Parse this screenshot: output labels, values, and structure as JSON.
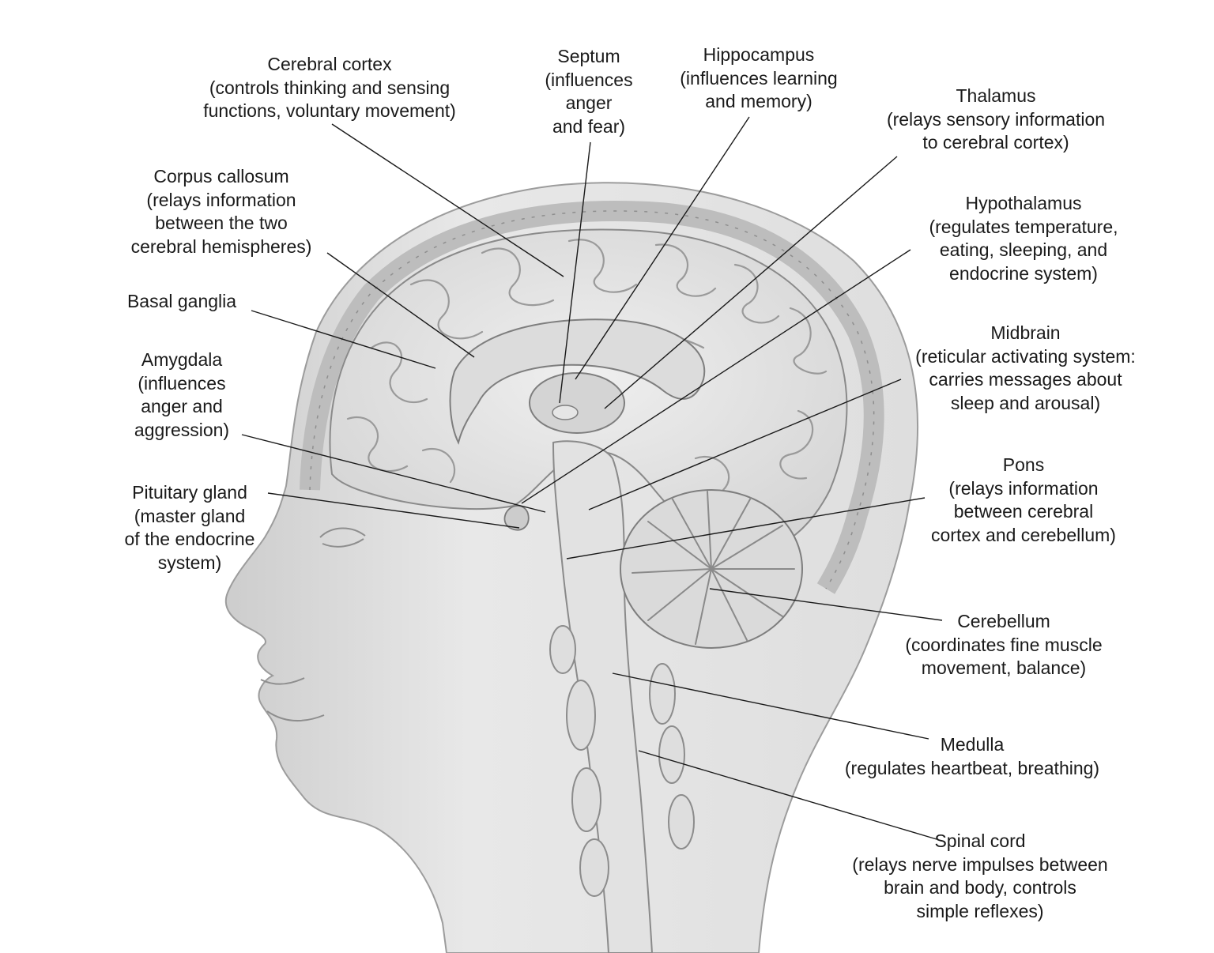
{
  "colors": {
    "background": "#ffffff",
    "skin": "#e9e9e9",
    "skin_shade": "#d2d2d2",
    "bone": "#cfcfcf",
    "brain": "#e4e4e4",
    "brain_fold": "#9a9a9a",
    "leader_line": "#1a1a1a"
  },
  "labels": [
    {
      "id": "cerebral-cortex",
      "name": "Cerebral cortex",
      "desc": [
        "(controls thinking and sensing",
        "functions, voluntary movement)"
      ]
    },
    {
      "id": "septum",
      "name": "Septum",
      "desc": [
        "(influences",
        "anger",
        "and fear)"
      ]
    },
    {
      "id": "hippocampus",
      "name": "Hippocampus",
      "desc": [
        "(influences learning",
        "and memory)"
      ]
    },
    {
      "id": "thalamus",
      "name": "Thalamus",
      "desc": [
        "(relays sensory information",
        "to cerebral cortex)"
      ]
    },
    {
      "id": "corpus-callosum",
      "name": "Corpus callosum",
      "desc": [
        "(relays information",
        "between the two",
        "cerebral hemispheres)"
      ]
    },
    {
      "id": "hypothalamus",
      "name": "Hypothalamus",
      "desc": [
        "(regulates temperature,",
        "eating, sleeping, and",
        "endocrine system)"
      ]
    },
    {
      "id": "basal-ganglia",
      "name": "Basal ganglia",
      "desc": []
    },
    {
      "id": "midbrain",
      "name": "Midbrain",
      "desc": [
        "(reticular activating system:",
        "carries messages about",
        "sleep and arousal)"
      ]
    },
    {
      "id": "amygdala",
      "name": "Amygdala",
      "desc": [
        "(influences",
        "anger and",
        "aggression)"
      ]
    },
    {
      "id": "pons",
      "name": "Pons",
      "desc": [
        "(relays information",
        "between cerebral",
        "cortex and cerebellum)"
      ]
    },
    {
      "id": "pituitary-gland",
      "name": "Pituitary gland",
      "desc": [
        "(master gland",
        "of the endocrine",
        "system)"
      ]
    },
    {
      "id": "cerebellum",
      "name": "Cerebellum",
      "desc": [
        "(coordinates fine muscle",
        "movement, balance)"
      ]
    },
    {
      "id": "medulla",
      "name": "Medulla",
      "desc": [
        "(regulates heartbeat, breathing)"
      ]
    },
    {
      "id": "spinal-cord",
      "name": "Spinal cord",
      "desc": [
        "(relays nerve impulses between",
        "brain and body, controls",
        "simple reflexes)"
      ]
    }
  ]
}
